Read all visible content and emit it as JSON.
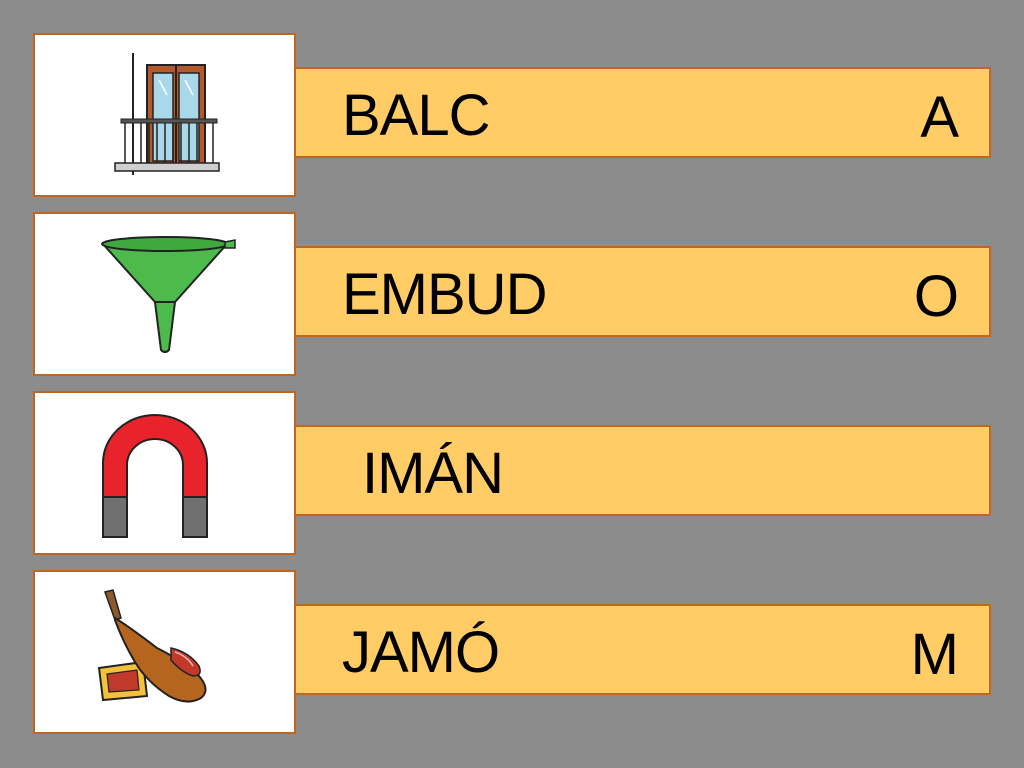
{
  "rows": [
    {
      "word": "BALC",
      "letter": "A",
      "icon": "balcony-icon"
    },
    {
      "word": "EMBUD",
      "letter": "O",
      "icon": "funnel-icon"
    },
    {
      "word": "IMÁN",
      "letter": "",
      "icon": "magnet-icon"
    },
    {
      "word": "JAMÓ",
      "letter": "M",
      "icon": "ham-icon"
    }
  ],
  "colors": {
    "background": "#8c8c8c",
    "strip_fill": "#ffcc66",
    "border": "#c0661f",
    "card_fill": "#ffffff"
  }
}
